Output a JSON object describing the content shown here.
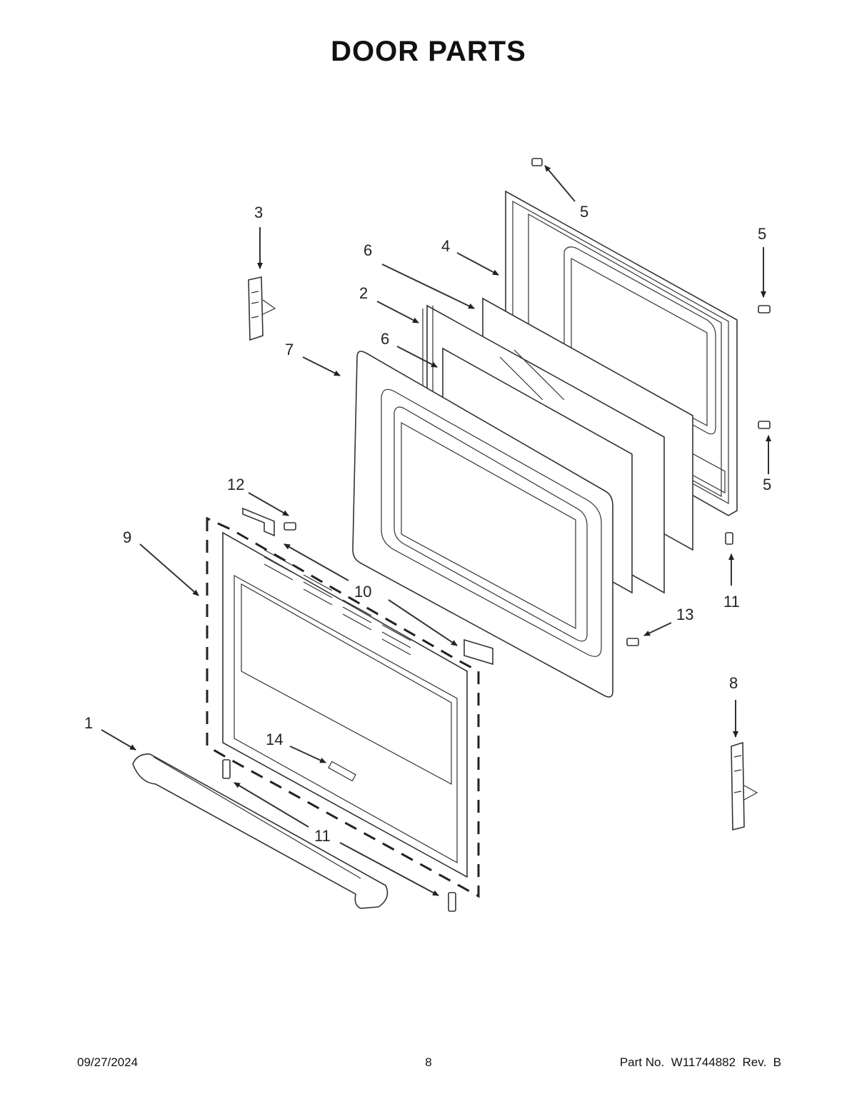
{
  "title": "DOOR PARTS",
  "callouts": {
    "c1": "1",
    "c2": "2",
    "c3": "3",
    "c4": "4",
    "c5a": "5",
    "c5b": "5",
    "c5c": "5",
    "c6a": "6",
    "c6b": "6",
    "c7": "7",
    "c8": "8",
    "c9": "9",
    "c10": "10",
    "c11a": "11",
    "c11b": "11",
    "c12": "12",
    "c13": "13",
    "c14": "14"
  },
  "footer": {
    "date": "09/27/2024",
    "page": "8",
    "part_no": "Part No.  W11744882  Rev.  B"
  }
}
